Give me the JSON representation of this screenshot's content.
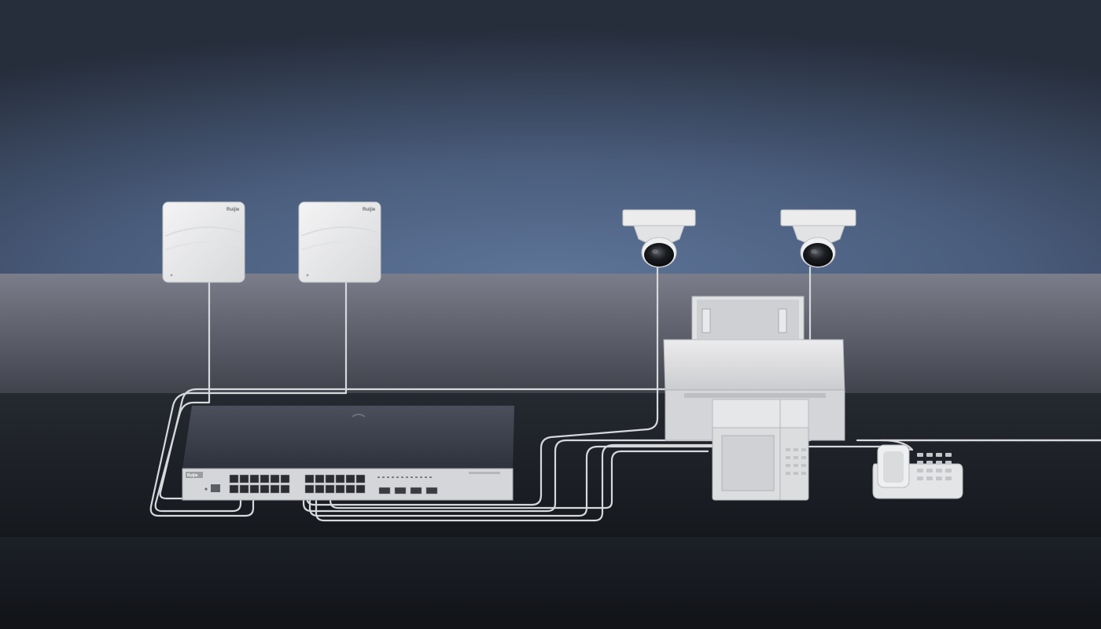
{
  "scene": {
    "description_free": true,
    "devices": {
      "access_points": [
        {
          "logo": "Ruijie"
        },
        {
          "logo": "Ruijie"
        }
      ],
      "switch": {
        "logo": "Ruijie"
      },
      "cameras": [
        {},
        {}
      ],
      "printer": {},
      "phone": {},
      "fax_terminal": {}
    }
  },
  "colors": {
    "sky_top": "#2b3447",
    "sky_mid": "#536887",
    "wall": "#737582",
    "floor": "#181c22",
    "device_white": "#e9e9ea",
    "cable": "#d6d8dc"
  }
}
